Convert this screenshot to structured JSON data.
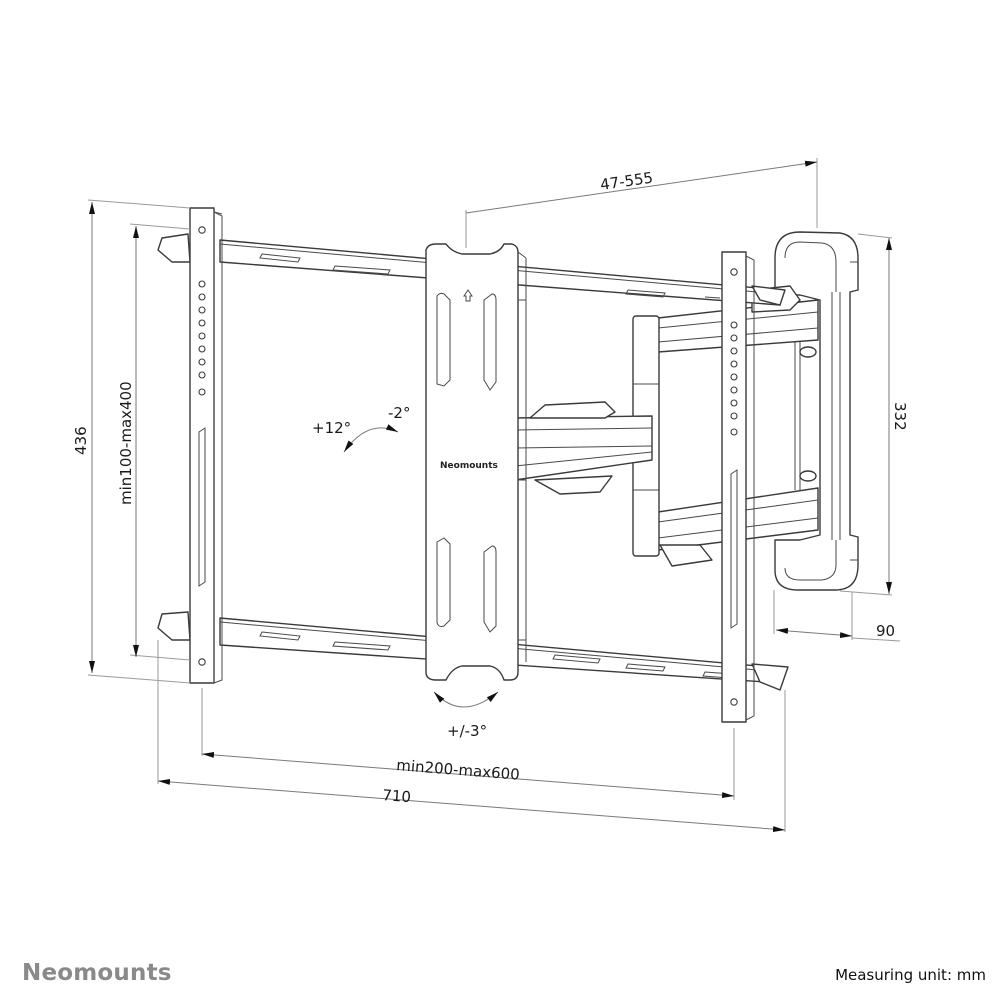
{
  "product": {
    "brand": "Neomounts",
    "bracket_label": "Neomounts"
  },
  "dimensions": {
    "extension": "47-555",
    "total_height": "436",
    "vesa_vertical": "min100-max400",
    "wall_plate_height": "332",
    "wall_plate_depth": "90",
    "vesa_horizontal": "min200-max600",
    "total_width": "710"
  },
  "angles": {
    "tilt_up": "+12°",
    "tilt_down": "-2°",
    "rotation": "+/-3°"
  },
  "footer": {
    "brand": "Neomounts",
    "measuring_unit": "Measuring unit: mm"
  },
  "colors": {
    "line": "#3a3a3a",
    "dimension_line": "#7a7a7a",
    "footer_brand": "#8a8a8a",
    "background": "#ffffff"
  }
}
